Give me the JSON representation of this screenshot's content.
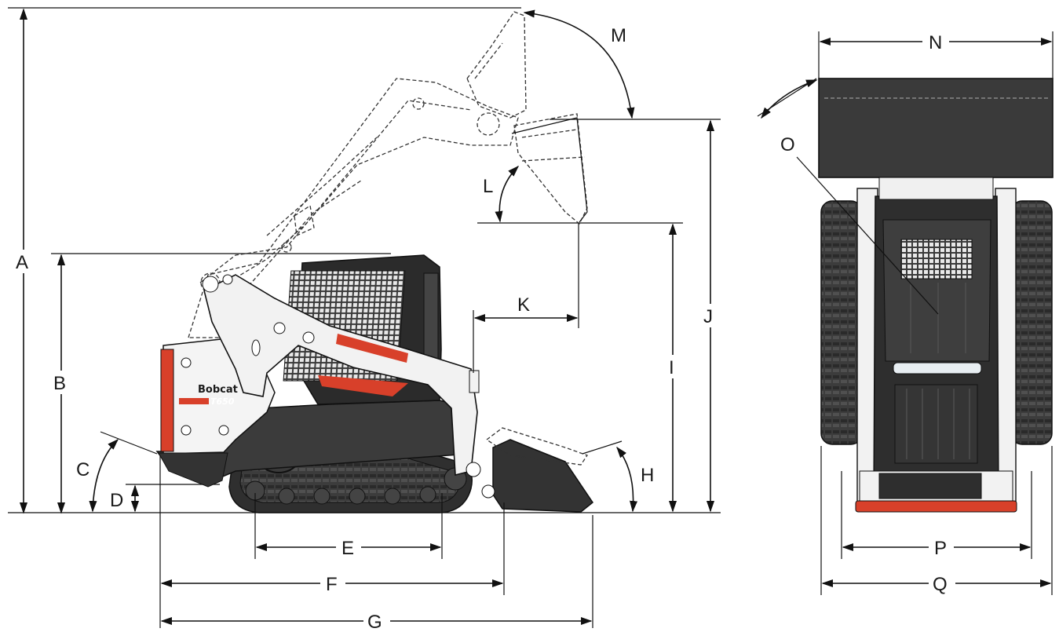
{
  "brand": {
    "name": "Bobcat",
    "model": "T650"
  },
  "colors": {
    "accent_red": "#d8402a",
    "machine_dark": "#3a3a3a",
    "machine_mid": "#5a5a5a",
    "line": "#111111"
  },
  "dimensions": {
    "A": "A",
    "B": "B",
    "C": "C",
    "D": "D",
    "E": "E",
    "F": "F",
    "G": "G",
    "H": "H",
    "I": "I",
    "J": "J",
    "K": "K",
    "L": "L",
    "M": "M",
    "N": "N",
    "O": "O",
    "P": "P",
    "Q": "Q"
  }
}
